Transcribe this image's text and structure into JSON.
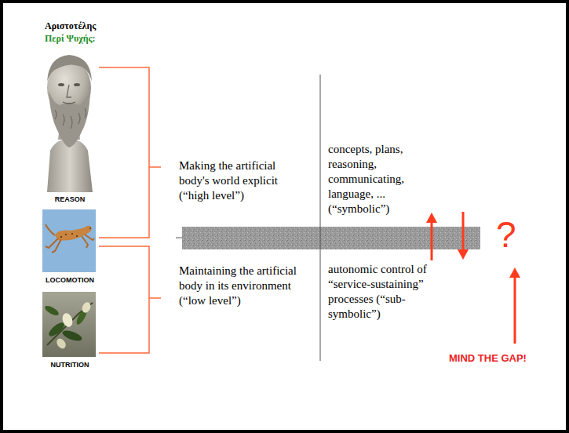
{
  "diagram": {
    "title": "Αριστοτέλης",
    "nodes": [
      {
        "text": [
          "REASON"
        ]
      },
      {
        "text": [
          "LOCOMOTION"
        ]
      },
      {
        "text": [
          "NUTRITION"
        ]
      }
    ],
    "labels": [
      "Περί Ψυχής:",
      "Making the artificial body's world explicit (“high level”)",
      "Maintaining the artificial body in its environment (“low level”)",
      "concepts, plans, reasoning, communicating, language, ... (“symbolic”)",
      "autonomic control of “service-sustaining” processes (“sub-symbolic”)",
      "?",
      "MIND THE GAP!"
    ]
  }
}
